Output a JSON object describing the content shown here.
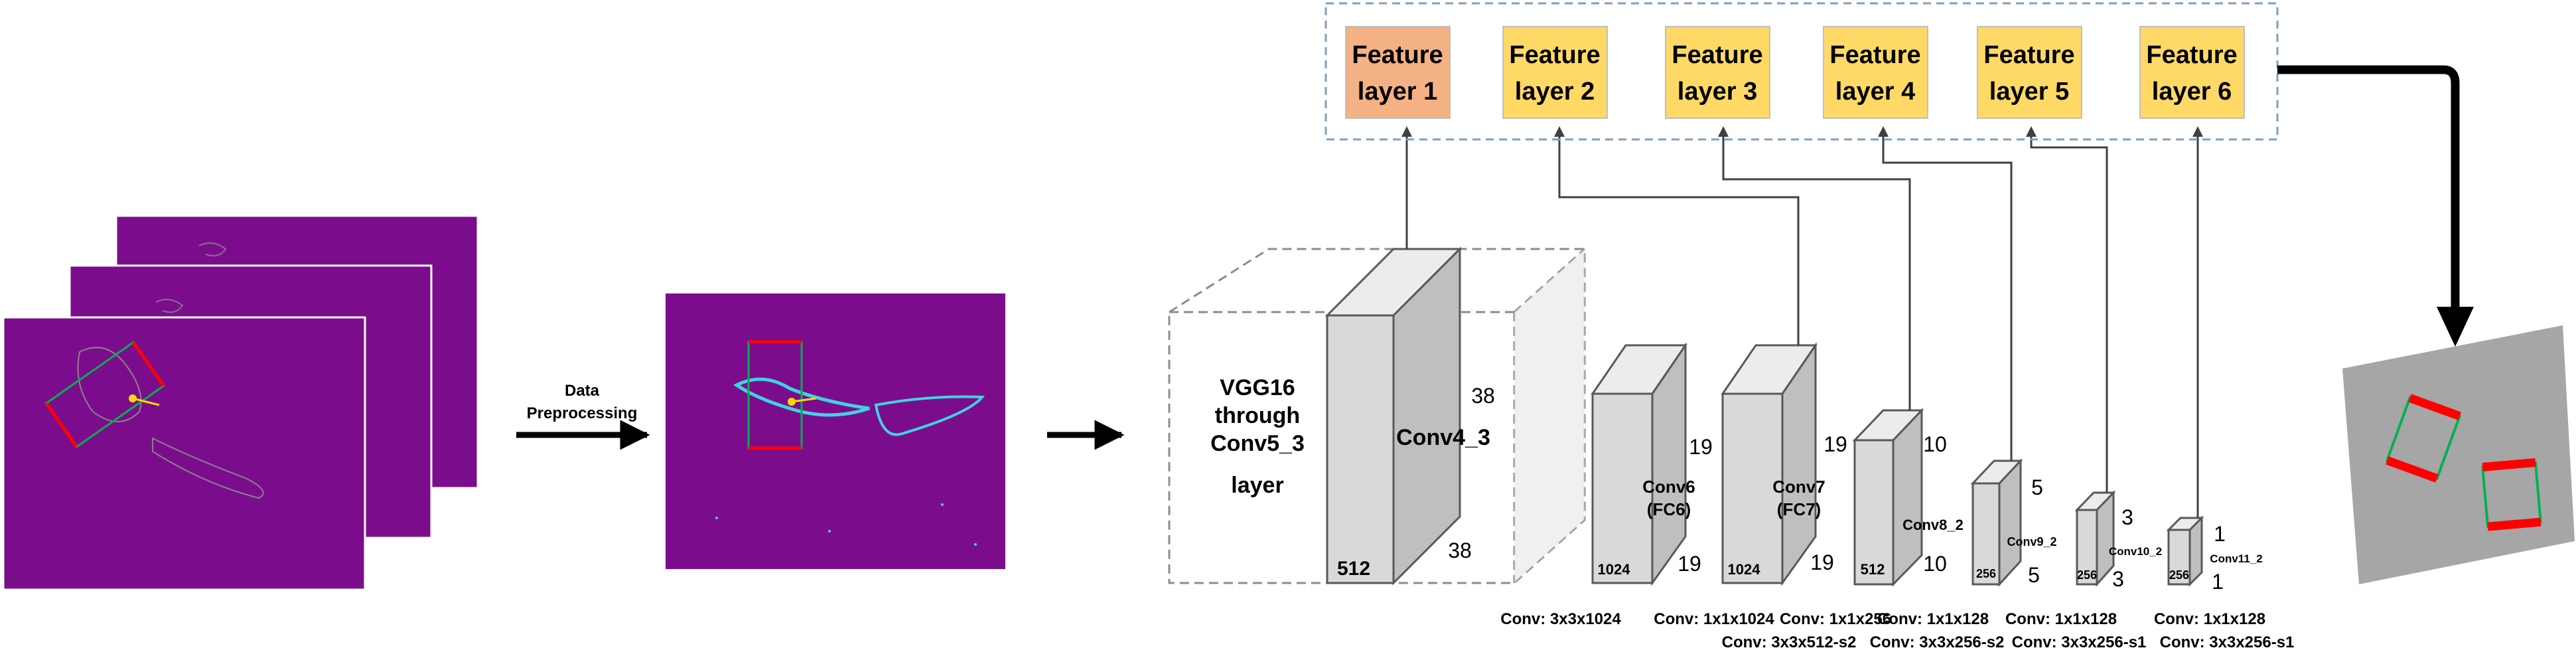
{
  "preprocessing": {
    "line1": "Data",
    "line2": "Preprocessing"
  },
  "vgg": {
    "line1": "VGG16",
    "line2": "through",
    "line3": "Conv5_3",
    "line4": "layer"
  },
  "feature_layers": [
    {
      "line1": "Feature",
      "line2": "layer 1",
      "color": "#f4b183"
    },
    {
      "line1": "Feature",
      "line2": "layer 2",
      "color": "#ffd966"
    },
    {
      "line1": "Feature",
      "line2": "layer 3",
      "color": "#ffd966"
    },
    {
      "line1": "Feature",
      "line2": "layer 4",
      "color": "#ffd966"
    },
    {
      "line1": "Feature",
      "line2": "layer 5",
      "color": "#ffd966"
    },
    {
      "line1": "Feature",
      "line2": "layer 6",
      "color": "#ffd966"
    }
  ],
  "blocks": {
    "conv4_3": {
      "name": "Conv4_3",
      "depth": "512",
      "top_dim": "38",
      "side_dim": "38"
    },
    "conv6": {
      "name1": "Conv6",
      "name2": "(FC6)",
      "depth": "1024",
      "top_dim": "19",
      "side_dim": "19"
    },
    "conv7": {
      "name1": "Conv7",
      "name2": "(FC7)",
      "depth": "1024",
      "top_dim": "19",
      "side_dim": "19"
    },
    "conv8_2": {
      "name": "Conv8_2",
      "depth": "512",
      "top_dim": "10",
      "side_dim": "10"
    },
    "conv9_2": {
      "name": "Conv9_2",
      "depth": "256",
      "top_dim": "5",
      "side_dim": "5"
    },
    "conv10_2": {
      "name": "Conv10_2",
      "depth": "256",
      "top_dim": "3",
      "side_dim": "3"
    },
    "conv11_2": {
      "name": "Conv11_2",
      "depth": "256",
      "top_dim": "1",
      "side_dim": "1"
    }
  },
  "conv_labels": {
    "c6": "Conv: 3x3x1024",
    "c7": "Conv: 1x1x1024",
    "c8a": "Conv: 1x1x256",
    "c8b": "Conv: 3x3x512-s2",
    "c9a": "Conv: 1x1x128",
    "c9b": "Conv: 3x3x256-s2",
    "c10a": "Conv: 1x1x128",
    "c10b": "Conv: 3x3x256-s1",
    "c11a": "Conv: 1x1x128",
    "c11b": "Conv: 3x3x256-s1"
  },
  "colors": {
    "purple": "#7b0d8c",
    "grasp_red": "#ff0000",
    "grasp_green": "#00b050",
    "block_front": "#d9d9d9",
    "block_side": "#bfbfbf",
    "block_top": "#ececec"
  }
}
